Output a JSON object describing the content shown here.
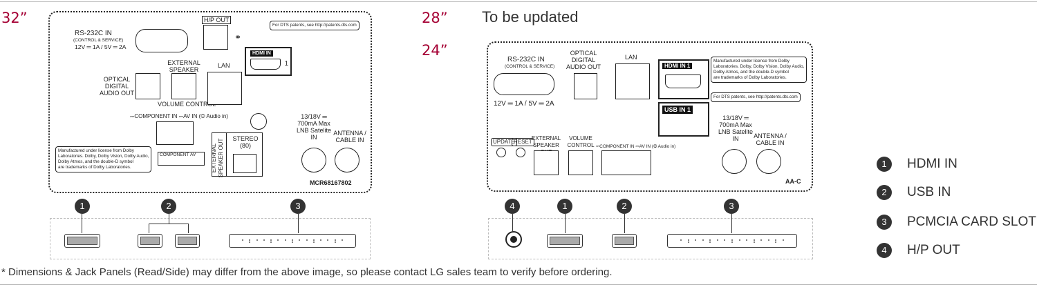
{
  "sizes": {
    "s32": "32”",
    "s28": "28”",
    "s24": "24”",
    "to_be_updated": "To be updated"
  },
  "panel32": {
    "hp_out": "H/P OUT",
    "dts": "For DTS patents, see http://patents.dts.com",
    "rs232": "RS-232C IN",
    "rs232_sub": "(CONTROL & SERVICE)",
    "rs232_power": "12V ═ 1A / 5V ═ 2A",
    "hdmi": "HDMI IN",
    "hdmi_num": "1",
    "optical": "OPTICAL DIGITAL AUDIO OUT",
    "ext_speaker_out": "EXTERNAL SPEAKER OUT",
    "volume_control": "VOLUME CONTROL",
    "lan": "LAN",
    "component_av": "⎓COMPONENT IN ⎓AV IN (◎ Audio in)",
    "lnb": "13/18V ═ 700mA Max LNB Satelite IN",
    "antenna": "ANTENNA / CABLE IN",
    "ext_speaker_vertical": "EXTERNAL SPEAKER OUT",
    "stereo": "STEREO (80)",
    "component_lbl": "COMPONENT",
    "av_lbl": "AV",
    "dolby": [
      "Manufactured under license from Dolby",
      "Laboratories. Dolby, Dolby Vision, Dolby Audio,",
      "Dolby Atmos, and the double-D symbol",
      "are trademarks of Dolby Laboratories."
    ],
    "model": "MCR68167802"
  },
  "panel24": {
    "rs232": "RS-232C IN",
    "rs232_sub": "(CONTROL & SERVICE)",
    "rs232_power": "12V ═ 1A / 5V ═ 2A",
    "optical": "OPTICAL DIGITAL AUDIO OUT",
    "lan": "LAN",
    "hdmi": "HDMI IN 1",
    "usb": "USB IN 1",
    "dolby": [
      "Manufactured under license from Dolby",
      "Laboratories. Dolby, Dolby Vision, Dolby Audio,",
      "Dolby Atmos, and the double-D symbol",
      "are trademarks of Dolby Laboratories."
    ],
    "dts": "For DTS patents, see http://patents.dts.com",
    "lnb": "13/18V ═ 700mA Max LNB Satelite IN",
    "antenna": "ANTENNA / CABLE IN",
    "update": "UPDATE",
    "reset": "RESET",
    "ext_speaker_out": "EXTERNAL SPEAKER OUT",
    "volume_control": "VOLUME CONTROL",
    "component_av": "⎓COMPONENT IN ⎓AV IN (◎ Audio in)",
    "code": "AA-C"
  },
  "badges": {
    "b1": "1",
    "b2": "2",
    "b3": "3",
    "b4": "4"
  },
  "legend": [
    {
      "num": "1",
      "label": "HDMI IN"
    },
    {
      "num": "2",
      "label": "USB IN"
    },
    {
      "num": "3",
      "label": "PCMCIA CARD SLOT"
    },
    {
      "num": "4",
      "label": "H/P OUT"
    }
  ],
  "footnote": "* Dimensions & Jack Panels (Read/Side) may differ from the above image, so please contact LG sales team to verify before ordering."
}
